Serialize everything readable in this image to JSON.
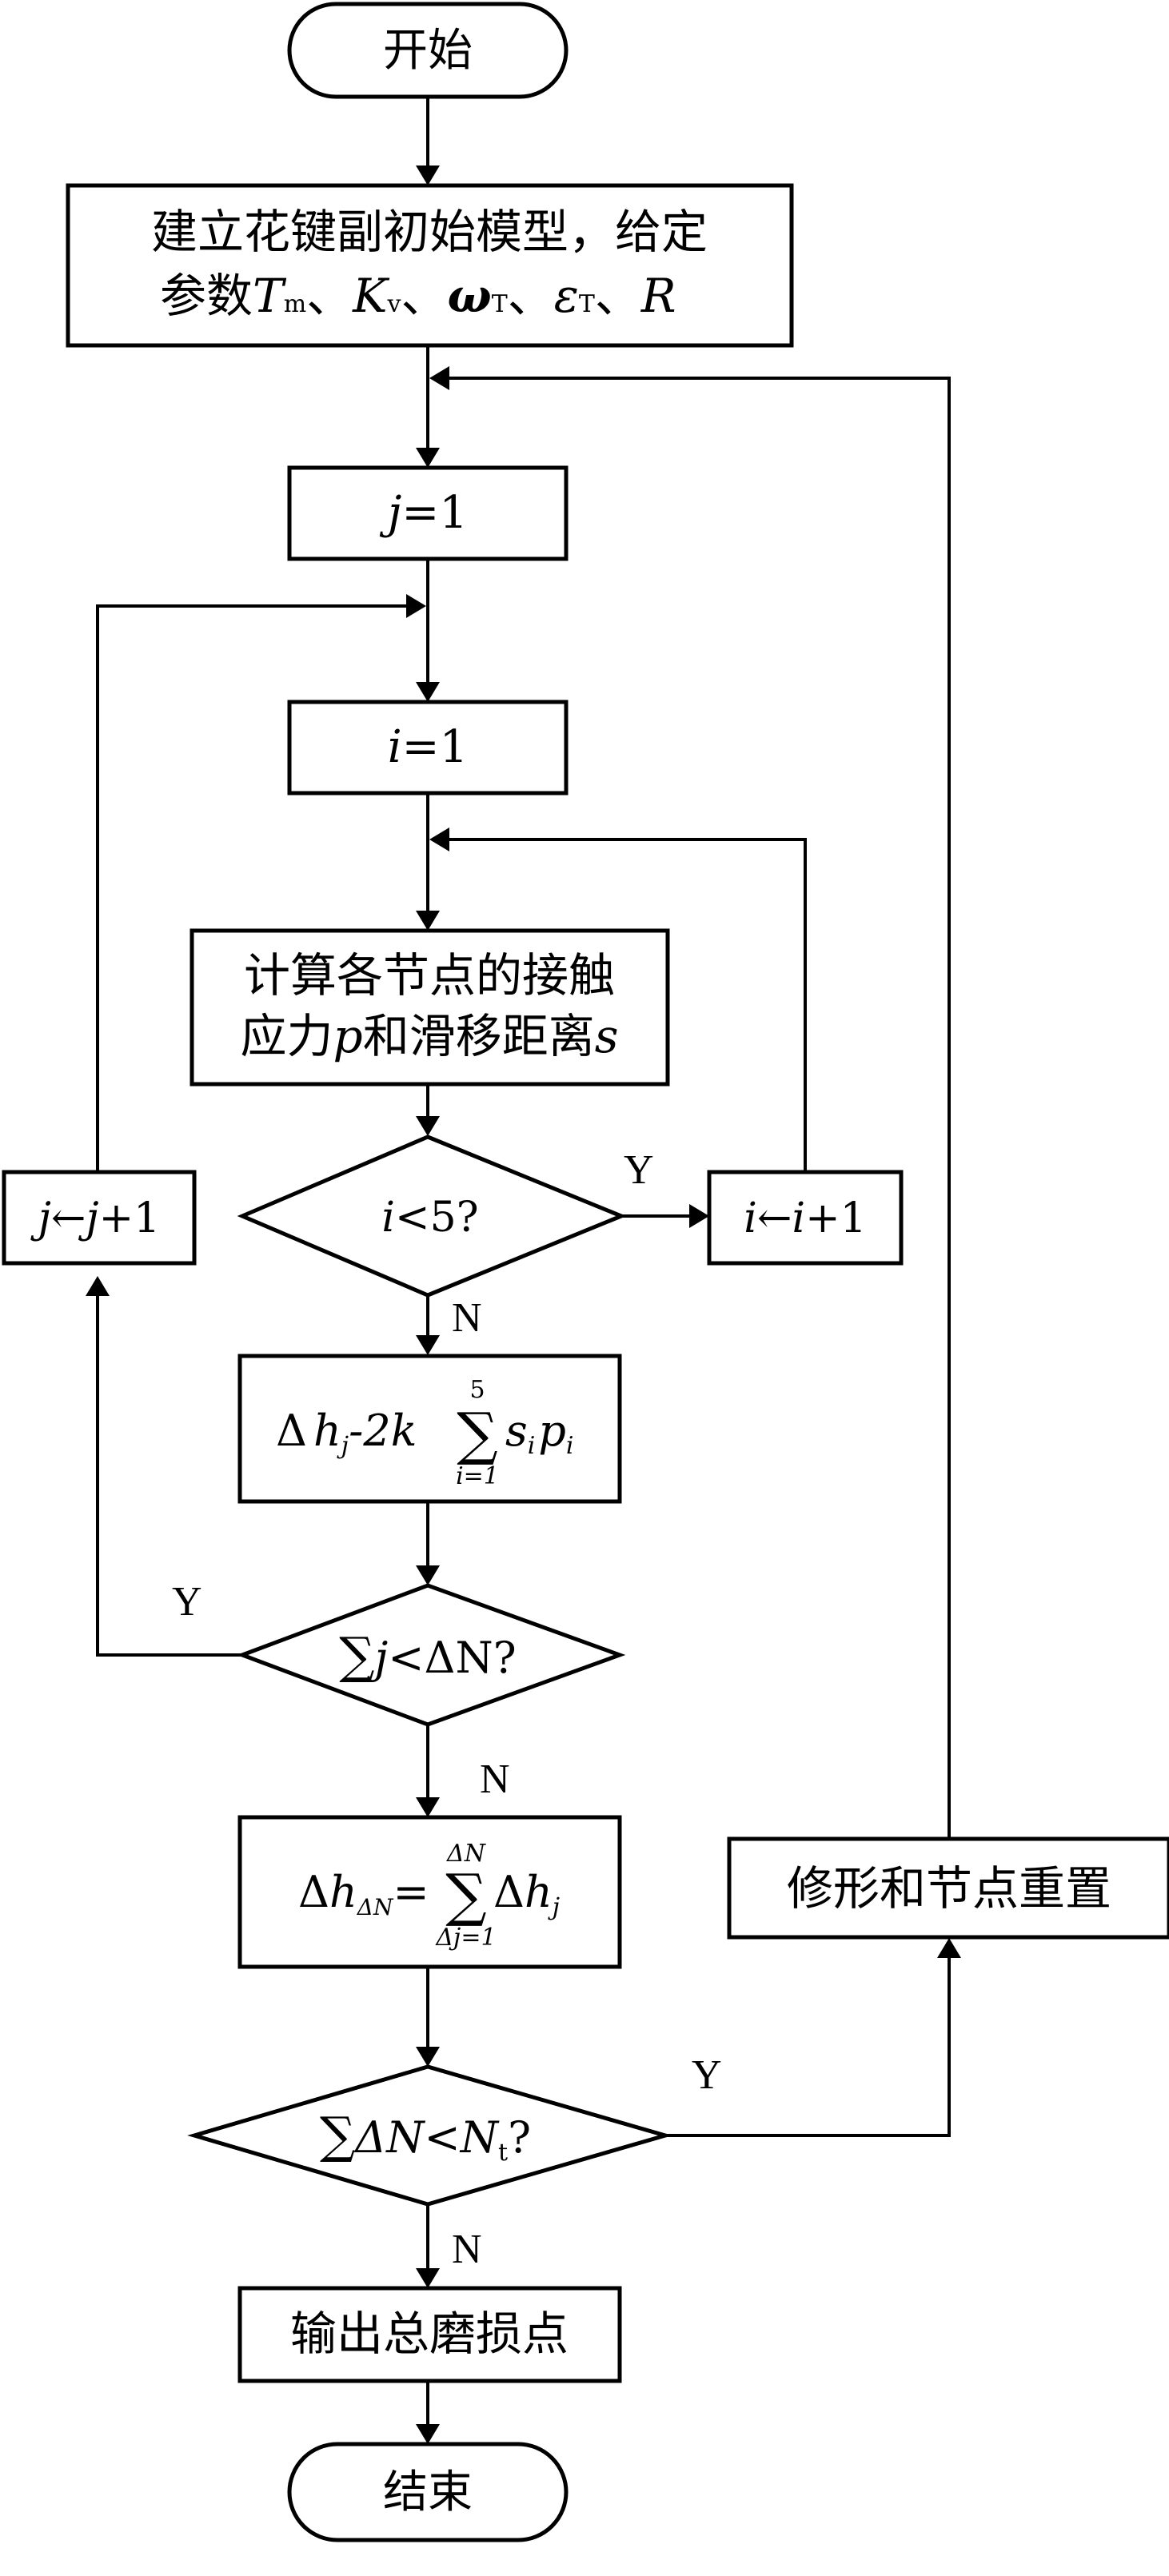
{
  "nodes": {
    "start": "开始",
    "init_line1": "建立花键副初始模型，给定",
    "init_prefix": "参数",
    "init_T": "T",
    "init_T_sub": "m",
    "init_K": "K",
    "init_K_sub": "v",
    "init_omega": "ω",
    "init_omega_sub": "T",
    "init_eps": "ε",
    "init_eps_sub": "T",
    "init_R": "R",
    "sep": "、",
    "j_var": "j",
    "i_var": "i",
    "eq_one": "=1",
    "compute_line1": "计算各节点的接触",
    "compute_prefix": "应力",
    "compute_p": "p",
    "compute_mid": "和滑移距离",
    "compute_s": "s",
    "cond_i": "<5?",
    "i_incr_arrow": "←",
    "i_incr_tail": "+1",
    "j_incr_arrow": "←",
    "j_incr_tail": "+1",
    "delta": "Δ",
    "formula1_h": "h",
    "formula1_rhs": "-2k",
    "sigma": "∑",
    "formula1_upper": "5",
    "formula1_lower": "i=1",
    "formula1_s": "s",
    "formula1_p": "p",
    "cond_sumj_lhs": "j",
    "cond_sumj_rhs": "<ΔN?",
    "formula2_h": "h",
    "formula2_sub": "ΔN",
    "formula2_eq": "=",
    "formula2_upper": "ΔN",
    "formula2_lower": "Δj=1",
    "cond_total_lhs": "ΔN<N",
    "cond_total_sub": "t",
    "cond_total_q": "?",
    "modify": "修形和节点重置",
    "output": "输出总磨损点",
    "end": "结束"
  },
  "edge_labels": {
    "yes": "Y",
    "no": "N"
  },
  "colors": {
    "stroke": "#000000",
    "background": "#ffffff"
  }
}
